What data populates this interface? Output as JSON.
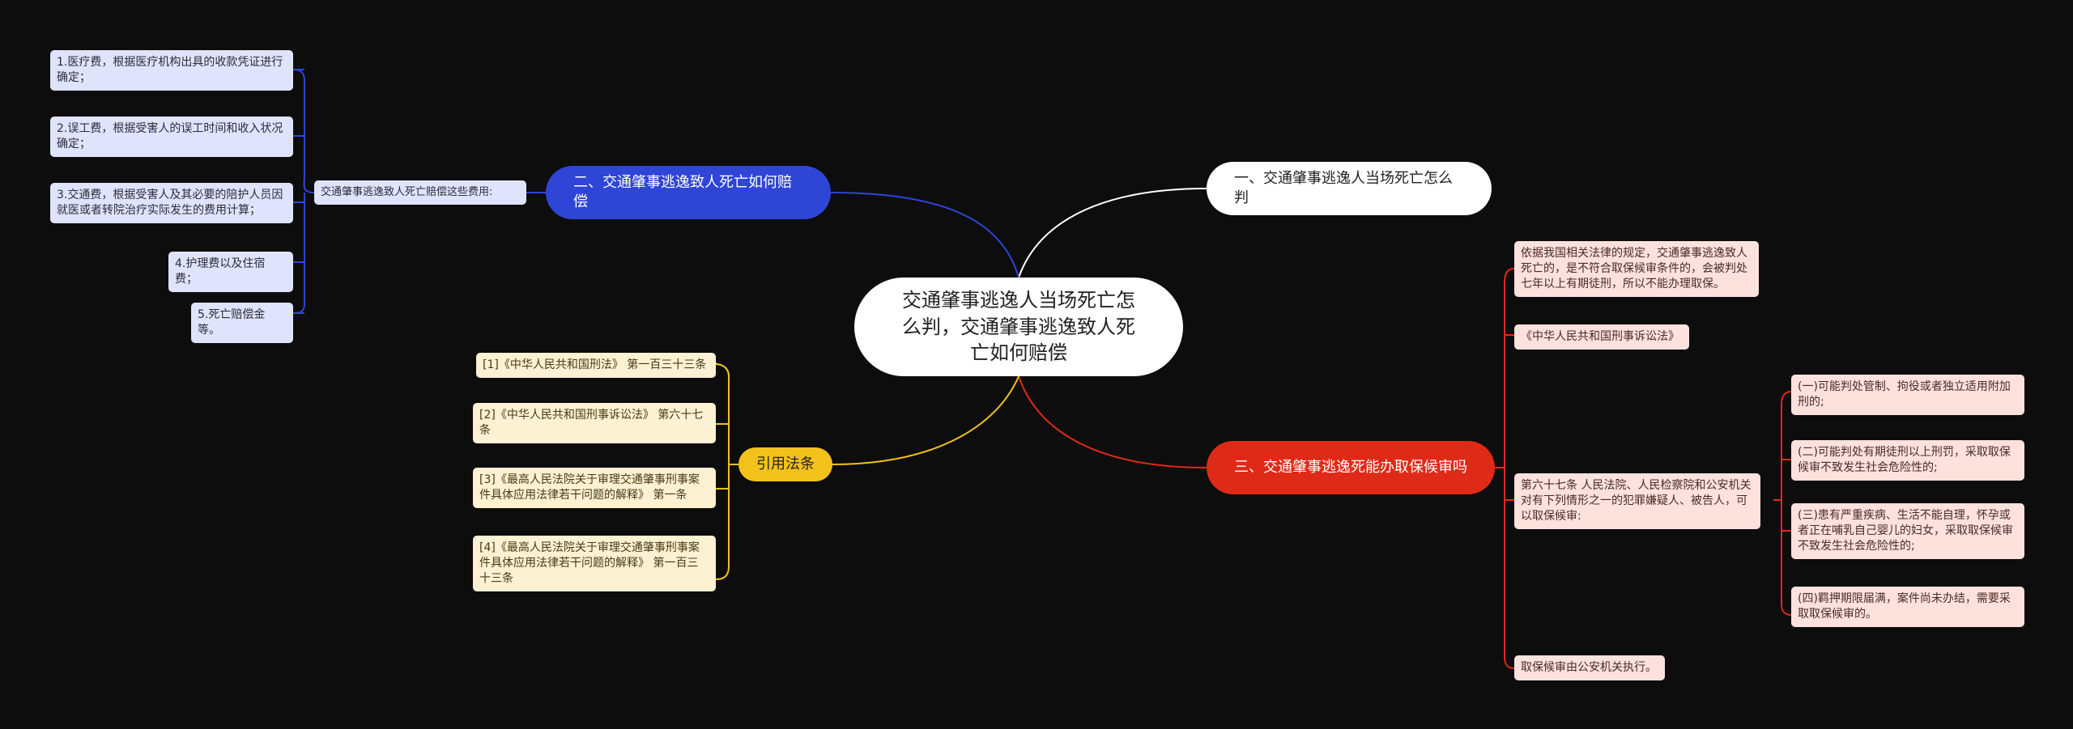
{
  "root": "交通肇事逃逸人当场死亡怎么判，交通肇事逃逸致人死亡如何赔偿",
  "branch1": {
    "title": "一、交通肇事逃逸人当场死亡怎么判"
  },
  "branch2": {
    "title": "二、交通肇事逃逸致人死亡如何赔偿",
    "sub": "交通肇事逃逸致人死亡赔偿这些费用:",
    "items": [
      "1.医疗费，根据医疗机构出具的收款凭证进行确定；",
      "2.误工费，根据受害人的误工时间和收入状况确定；",
      "3.交通费，根据受害人及其必要的陪护人员因就医或者转院治疗实际发生的费用计算；",
      "4.护理费以及住宿费；",
      "5.死亡赔偿金等。"
    ]
  },
  "branch3": {
    "title": "三、交通肇事逃逸死能办取保候审吗",
    "leaf1": "依据我国相关法律的规定，交通肇事逃逸致人死亡的，是不符合取保候审条件的，会被判处七年以上有期徒刑，所以不能办理取保。",
    "leaf2": "《中华人民共和国刑事诉讼法》",
    "leaf3": "第六十七条 人民法院、人民检察院和公安机关对有下列情形之一的犯罪嫌疑人、被告人，可以取保候审:",
    "subitems": [
      "(一)可能判处管制、拘役或者独立适用附加刑的;",
      "(二)可能判处有期徒刑以上刑罚，采取取保候审不致发生社会危险性的;",
      "(三)患有严重疾病、生活不能自理，怀孕或者正在哺乳自己婴儿的妇女，采取取保候审不致发生社会危险性的;",
      "(四)羁押期限届满，案件尚未办结，需要采取取保候审的。"
    ],
    "leaf4": "取保候审由公安机关执行。"
  },
  "branch4": {
    "title": "引用法条",
    "items": [
      "[1]《中华人民共和国刑法》 第一百三十三条",
      "[2]《中华人民共和国刑事诉讼法》 第六十七条",
      "[3]《最高人民法院关于审理交通肇事刑事案件具体应用法律若干问题的解释》 第一条",
      "[4]《最高人民法院关于审理交通肇事刑事案件具体应用法律若干问题的解释》 第一百三十三条"
    ]
  },
  "colors": {
    "background": "#0d0d0d",
    "blue": "#2e45d6",
    "red": "#e02a18",
    "yellow": "#f3c21a",
    "white": "#ffffff"
  }
}
